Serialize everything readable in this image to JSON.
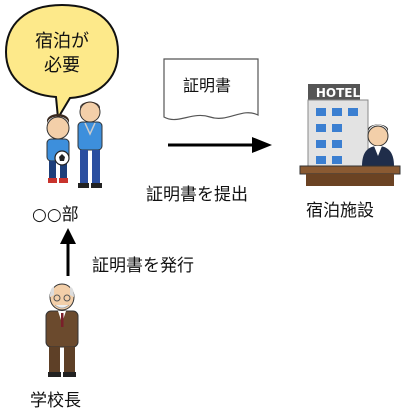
{
  "bubble": {
    "line1": "宿泊が",
    "line2": "必要"
  },
  "document": {
    "label": "証明書"
  },
  "labels": {
    "submit": "証明書を提出",
    "issue": "証明書を発行",
    "club": "○○部",
    "facility": "宿泊施設",
    "principal": "学校長"
  },
  "hotel_sign": "HOTEL",
  "colors": {
    "bubble_fill": "#fde98a",
    "hotel_blue": "#3b7fd1",
    "jersey_blue": "#3d8fdc",
    "suit_brown": "#6b4a2d"
  },
  "icons": {
    "bubble": "speech-bubble-icon",
    "document": "document-icon",
    "club": "club-members-icon",
    "hotel": "hotel-clerk-icon",
    "principal": "principal-icon"
  }
}
